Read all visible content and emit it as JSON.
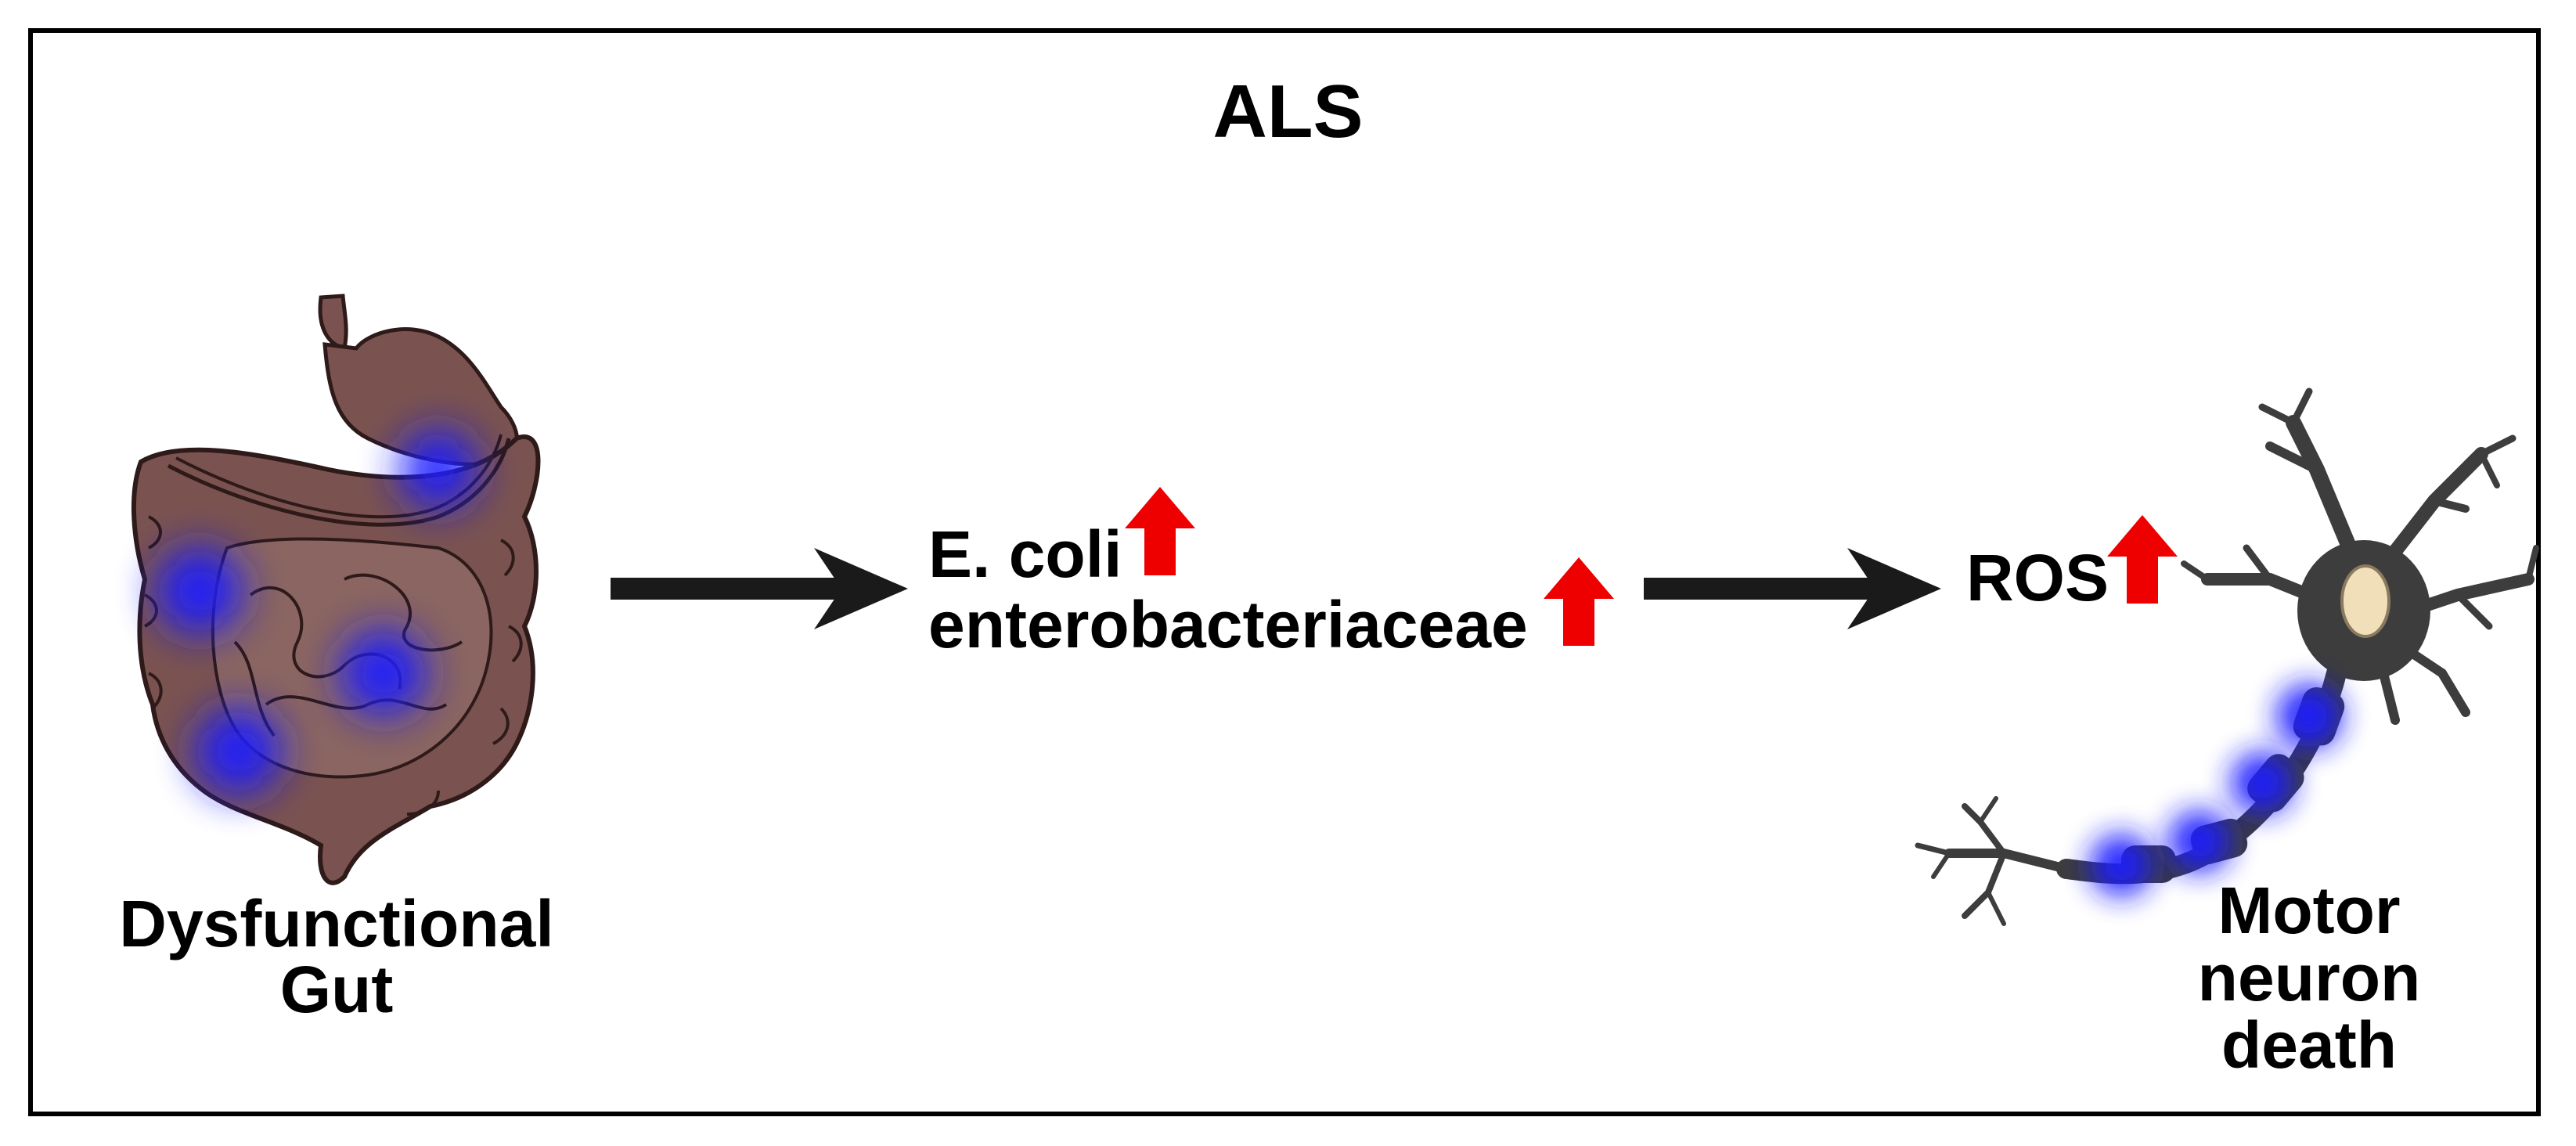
{
  "title": "ALS",
  "gut": {
    "label_line1": "Dysfunctional",
    "label_line2": "Gut"
  },
  "bacteria": {
    "line1": "E. coli",
    "line2": "enterobacteriaceae"
  },
  "ros": {
    "label": "ROS"
  },
  "neuron": {
    "label_line1": "Motor",
    "label_line2": "neuron",
    "label_line3": "death"
  },
  "colors": {
    "frame": "#000000",
    "flow_arrow": "#1a1a1a",
    "increase_arrow": "#ee0000",
    "gut_fill": "#7a5350",
    "gut_stroke": "#2e1a19",
    "inflammation_glow": "#1a1aff",
    "neuron_fill": "#3d3d3d",
    "nucleus": "#f0dfb8"
  },
  "icons": {
    "gut": "digestive-tract-icon",
    "neuron": "motor-neuron-icon",
    "increase": "red-up-arrow-icon",
    "flow": "black-right-arrow-icon"
  }
}
